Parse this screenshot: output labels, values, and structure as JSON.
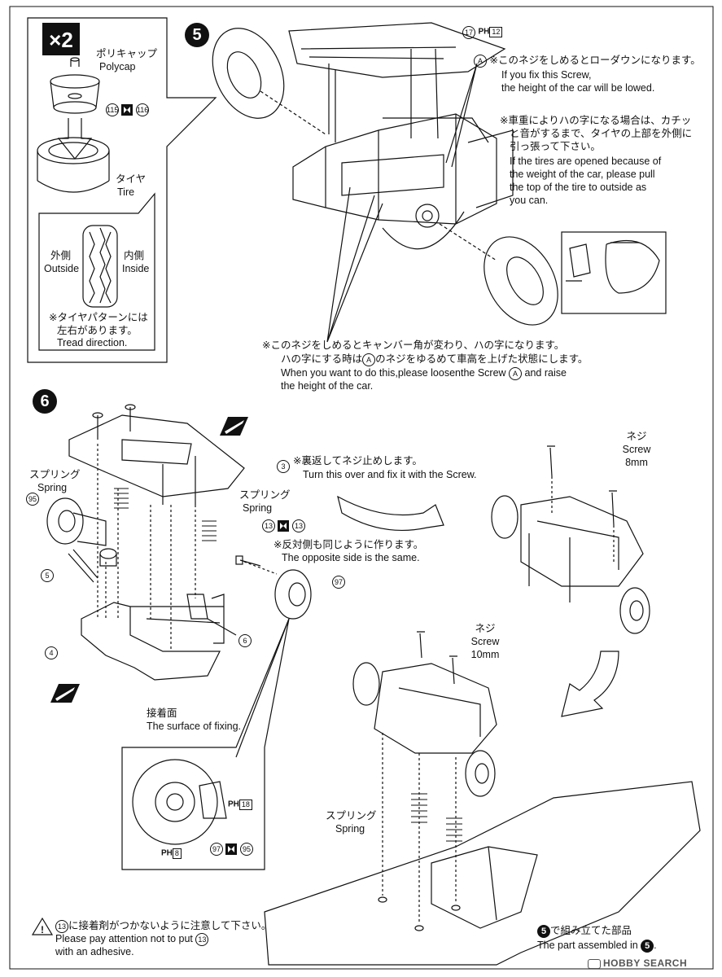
{
  "top_left_box": {
    "multiplier": "×2",
    "polycap_jp": "ポリキャップ",
    "polycap_en": "Polycap",
    "part_a": "115",
    "part_b": "116",
    "tire_jp": "タイヤ",
    "tire_en": "Tire",
    "outside_jp": "外側",
    "outside_en": "Outside",
    "inside_jp": "内側",
    "inside_en": "Inside",
    "tread_jp_1": "※タイヤパターンには",
    "tread_jp_2": "左右があります。",
    "tread_en": "Tread direction."
  },
  "step5": {
    "number": "5",
    "part_ref": "17",
    "ph_label": "PH",
    "ph_num": "12",
    "screw_a_letter": "A",
    "note_a_jp": "※このネジをしめるとローダウンになります。",
    "note_a_en_1": "If you fix this Screw,",
    "note_a_en_2": "the height of the car will be lowed.",
    "note_b_jp_1": "※車重によりハの字になる場合は、カチッ",
    "note_b_jp_2": "と音がするまで、タイヤの上部を外側に",
    "note_b_jp_3": "引っ張って下さい。",
    "note_b_en_1": "If the tires are opened because of",
    "note_b_en_2": "the weight of the car, please pull",
    "note_b_en_3": "the top of the tire to outside as",
    "note_b_en_4": "you can.",
    "note_c_jp_1": "※このネジをしめるとキャンバー角が変わり、ハの字になります。",
    "note_c_jp_2a": "ハの字にする時は",
    "note_c_jp_2b": "のネジをゆるめて車高を上げた状態にします。",
    "note_c_en_1a": "When you want to do this,please loosenthe Screw",
    "note_c_en_1b": "and raise",
    "note_c_en_2": "the height of the car."
  },
  "step6": {
    "number": "6",
    "spring_jp": "スプリング",
    "spring_en": "Spring",
    "part_95": "95",
    "part_5": "5",
    "part_4": "4",
    "part_3": "3",
    "part_6": "6",
    "part_13": "13",
    "part_97": "97",
    "note_turn_jp": "※裏返してネジ止めします。",
    "note_turn_en": "Turn this over and fix it with the Screw.",
    "note_opp_jp": "※反対側も同じように作ります。",
    "note_opp_en": "The opposite side is the same.",
    "surface_jp": "接着面",
    "surface_en": "The surface of fixing.",
    "screw8_jp": "ネジ",
    "screw8_en": "Screw",
    "screw8_len": "8mm",
    "screw10_jp": "ネジ",
    "screw10_en": "Screw",
    "screw10_len": "10mm",
    "ph18": "18",
    "ph8": "8",
    "ph_label": "PH"
  },
  "bottom": {
    "warn_part": "13",
    "warn_jp": "に接着剤がつかないように注意して下さい。",
    "warn_en_1": "Please pay attention not to put",
    "warn_en_2": "with an adhesive.",
    "assembled_jp": "で組み立てた部品",
    "assembled_en": "The part assembled in",
    "assembled_num": "5",
    "watermark": "HOBBY SEARCH"
  }
}
